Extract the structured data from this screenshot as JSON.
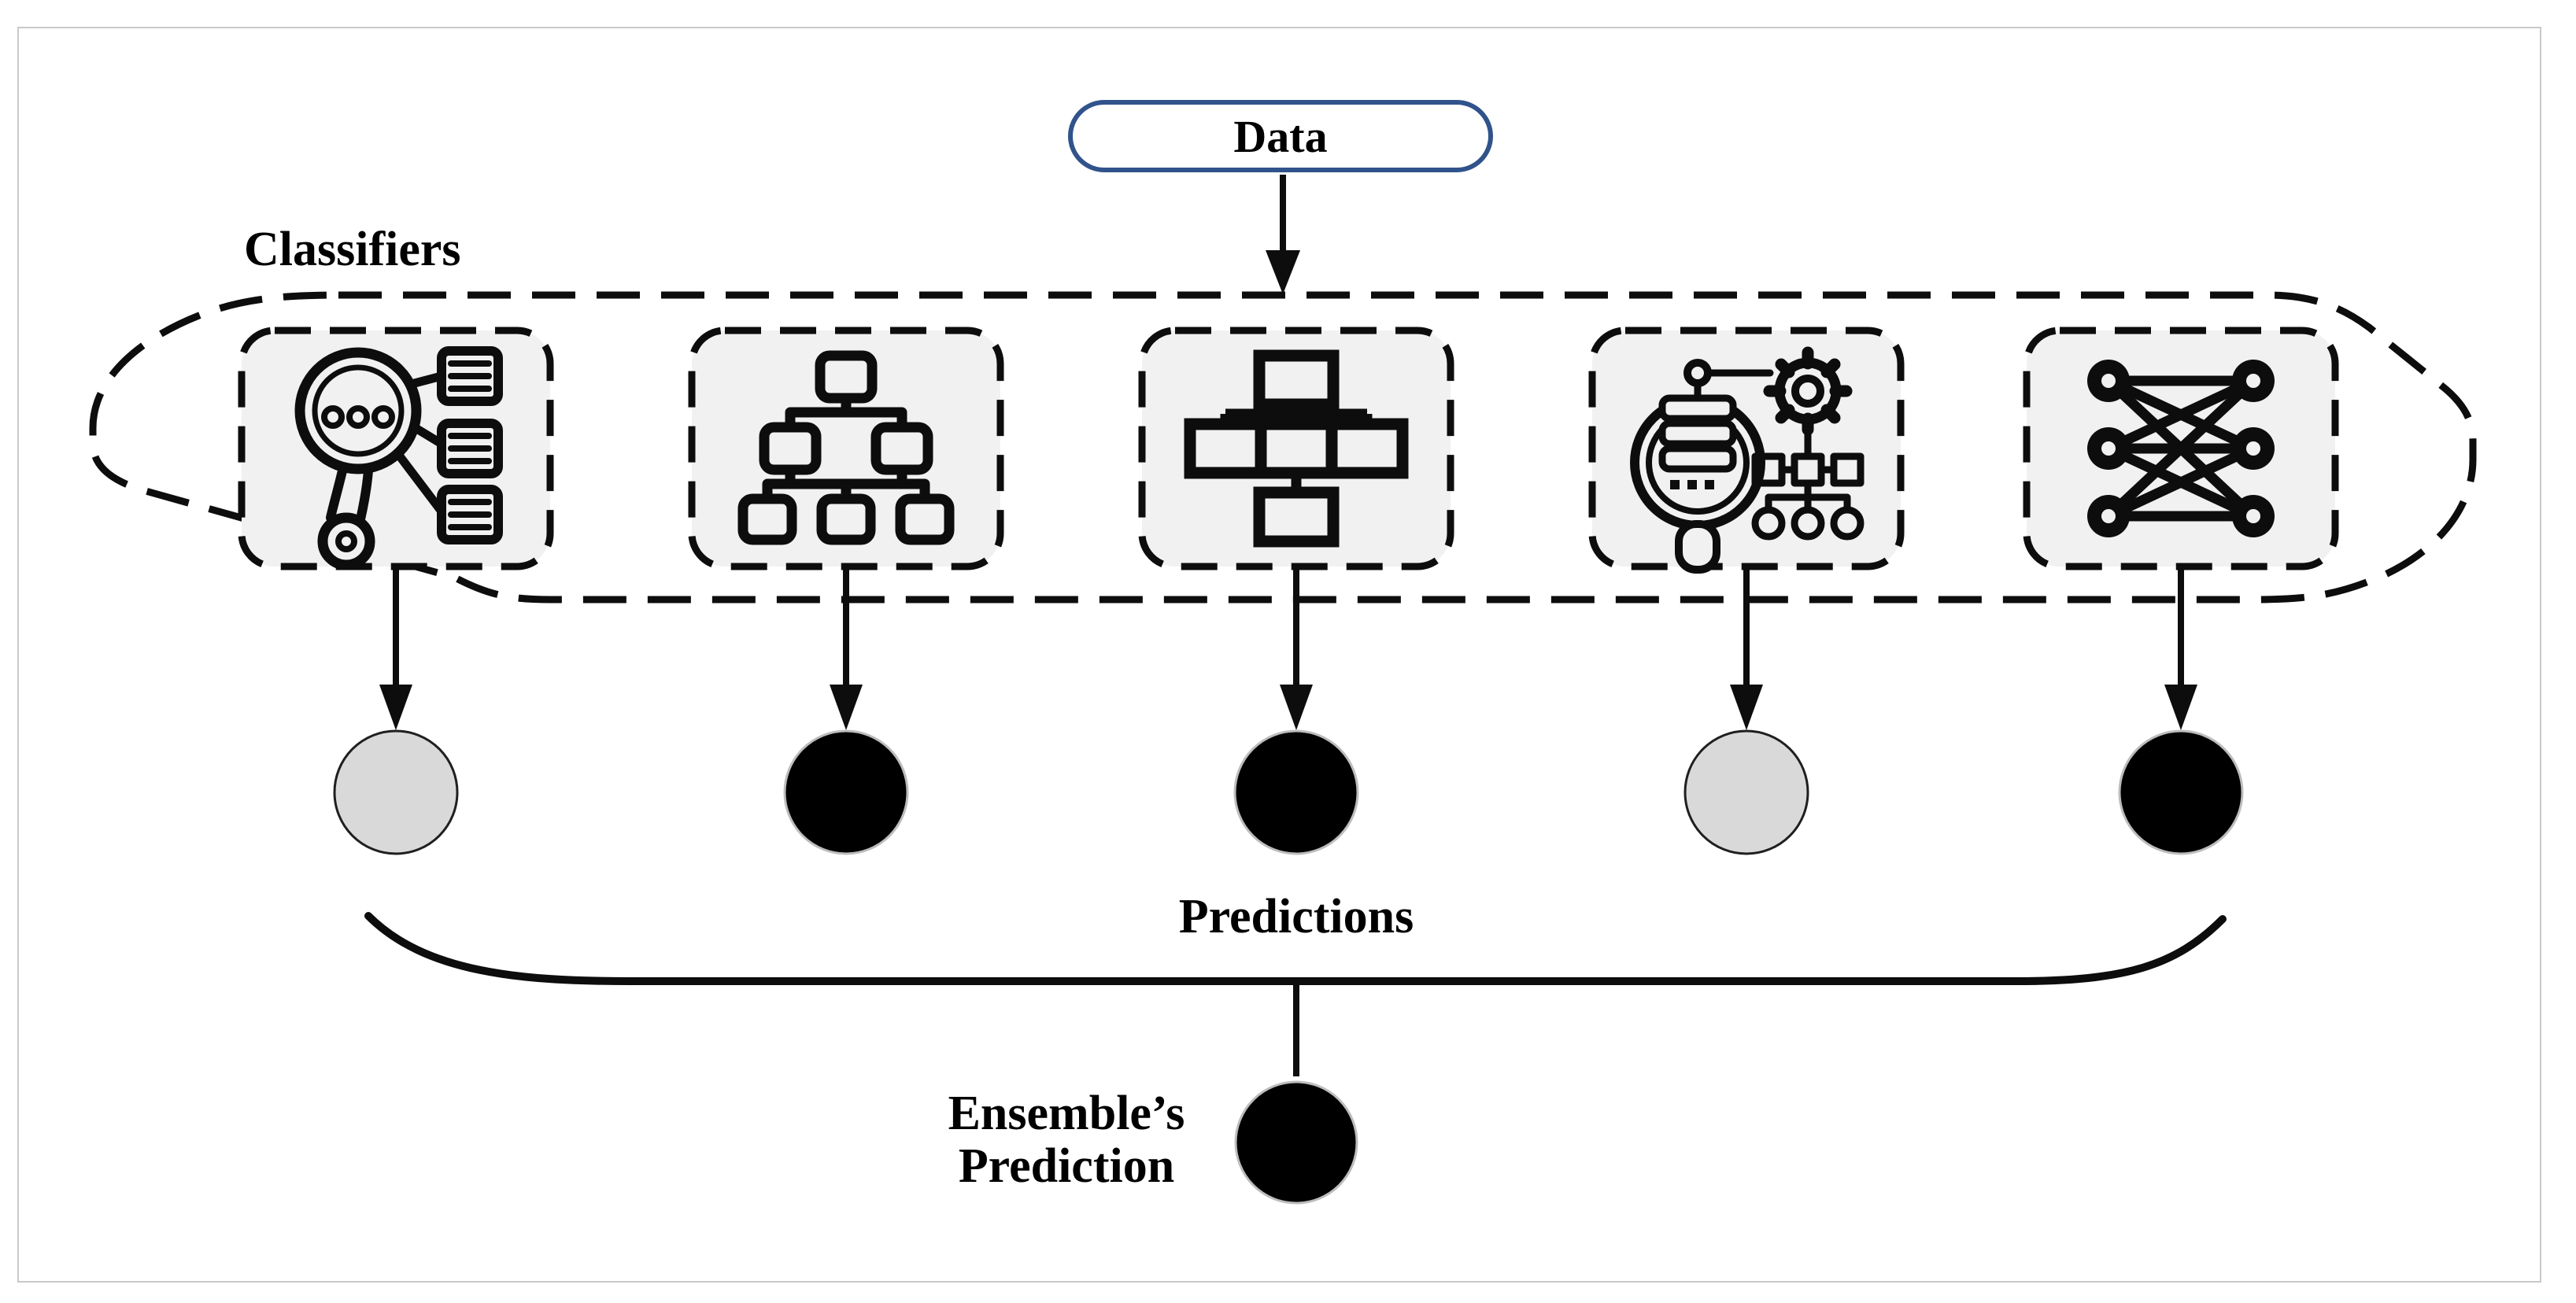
{
  "figure": {
    "type": "ensemble-learning-diagram",
    "background": "#ffffff",
    "frame_border_color": "#c9c9c9"
  },
  "colors": {
    "pill_border_blue": "#31538c",
    "icon_box_fill": "#f1f1f1",
    "line_black": "#0d0d0d",
    "gray_circle": "#d9d9d9",
    "black_circle": "#000000"
  },
  "data_node": {
    "label": "Data"
  },
  "classifiers": {
    "label": "Classifiers",
    "items": [
      {
        "icon": "search-magnifier-list-icon",
        "name": "instance-based-classifier"
      },
      {
        "icon": "decision-tree-icon",
        "name": "decision-tree-classifier"
      },
      {
        "icon": "flowchart-icon",
        "name": "hierarchical-model-classifier"
      },
      {
        "icon": "automl-gear-icon",
        "name": "automated-ml-classifier"
      },
      {
        "icon": "neural-network-icon",
        "name": "neural-network-classifier"
      }
    ]
  },
  "predictions": {
    "label": "Predictions",
    "circles": [
      {
        "value": "gray",
        "fill": "#d9d9d9",
        "stroke": "#1f1f1f"
      },
      {
        "value": "black",
        "fill": "#000000",
        "stroke": "#bdbdbd"
      },
      {
        "value": "black",
        "fill": "#000000",
        "stroke": "#bdbdbd"
      },
      {
        "value": "gray",
        "fill": "#d9d9d9",
        "stroke": "#1f1f1f"
      },
      {
        "value": "black",
        "fill": "#000000",
        "stroke": "#bdbdbd"
      }
    ]
  },
  "ensemble": {
    "label_line1": "Ensemble’s",
    "label_line2": "Prediction",
    "circle": {
      "value": "black",
      "fill": "#000000",
      "stroke": "#bdbdbd"
    }
  }
}
